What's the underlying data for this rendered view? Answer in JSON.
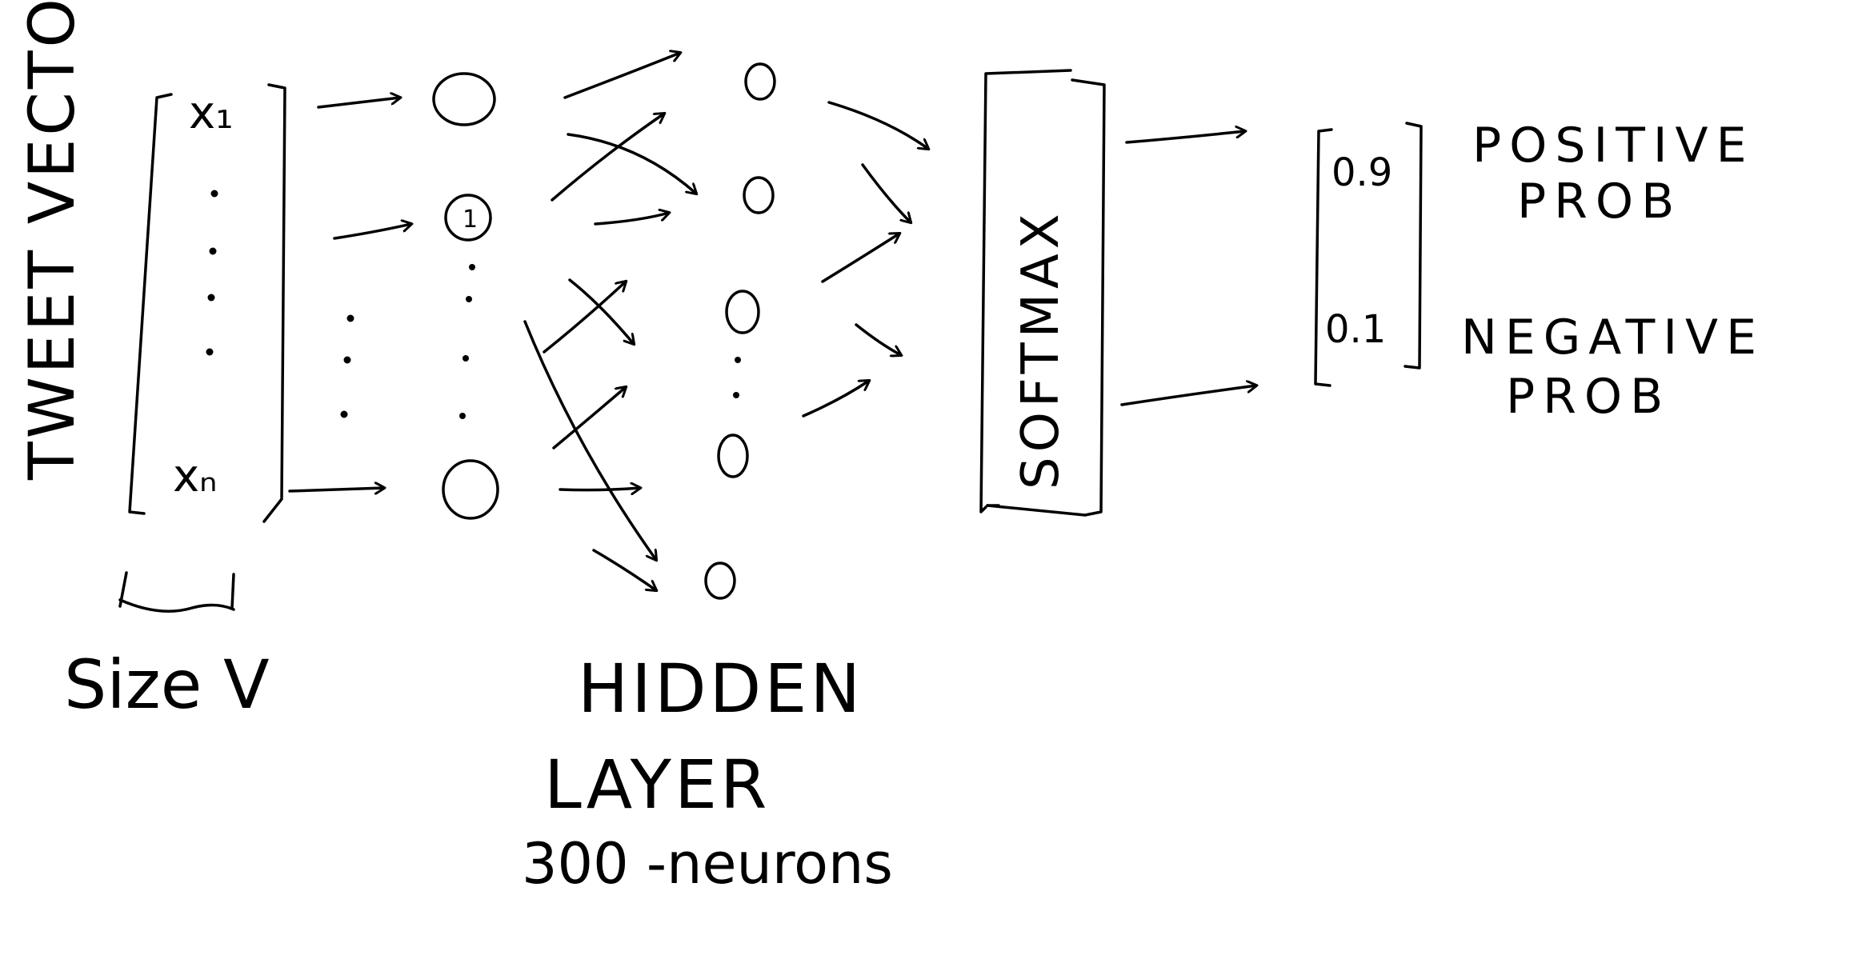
{
  "input": {
    "side_label": "TWEET VECTOR",
    "first_element": "x₁",
    "last_element": "xₙ",
    "size_label": "Size V"
  },
  "hidden": {
    "label_line1": "HIDDEN",
    "label_line2": "LAYER",
    "label_line3": "300 -neurons",
    "marked_node": "1"
  },
  "softmax": {
    "label": "SOFTMAX"
  },
  "output": {
    "value_positive": "0.9",
    "value_negative": "0.1",
    "positive_line1": "POSITIVE",
    "positive_line2": "PROB",
    "negative_line1": "NEGATIVE",
    "negative_line2": "PROB"
  },
  "colors": {
    "ink": "#000000",
    "background": "#ffffff"
  }
}
